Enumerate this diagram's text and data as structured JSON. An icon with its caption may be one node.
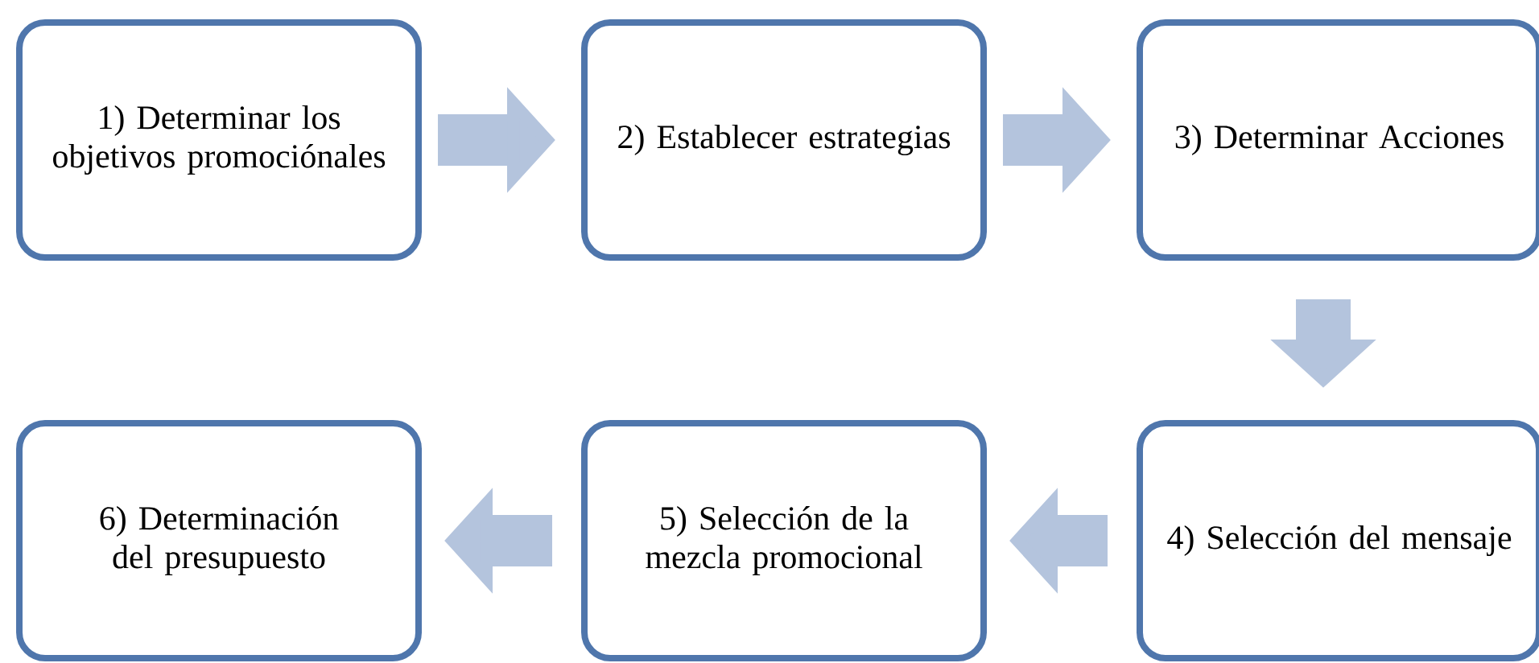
{
  "diagram": {
    "nodes": [
      {
        "text": [
          "1) Determinar los objetivos promociónales"
        ]
      },
      {
        "text": [
          "2) Establecer estrategias"
        ]
      },
      {
        "text": [
          "3) Determinar Acciones"
        ]
      },
      {
        "text": [
          "4) Selección del mensaje"
        ]
      },
      {
        "text": [
          "5) Selección de la mezcla promocional"
        ]
      },
      {
        "text": [
          "6) Determinación del presupuesto"
        ]
      }
    ],
    "edges": [
      {
        "from": 0,
        "to": 1,
        "arrow": "to"
      },
      {
        "from": 1,
        "to": 2,
        "arrow": "to"
      },
      {
        "from": 2,
        "to": 3,
        "arrow": "to"
      },
      {
        "from": 3,
        "to": 4,
        "arrow": "to"
      },
      {
        "from": 4,
        "to": 5,
        "arrow": "to"
      }
    ]
  }
}
